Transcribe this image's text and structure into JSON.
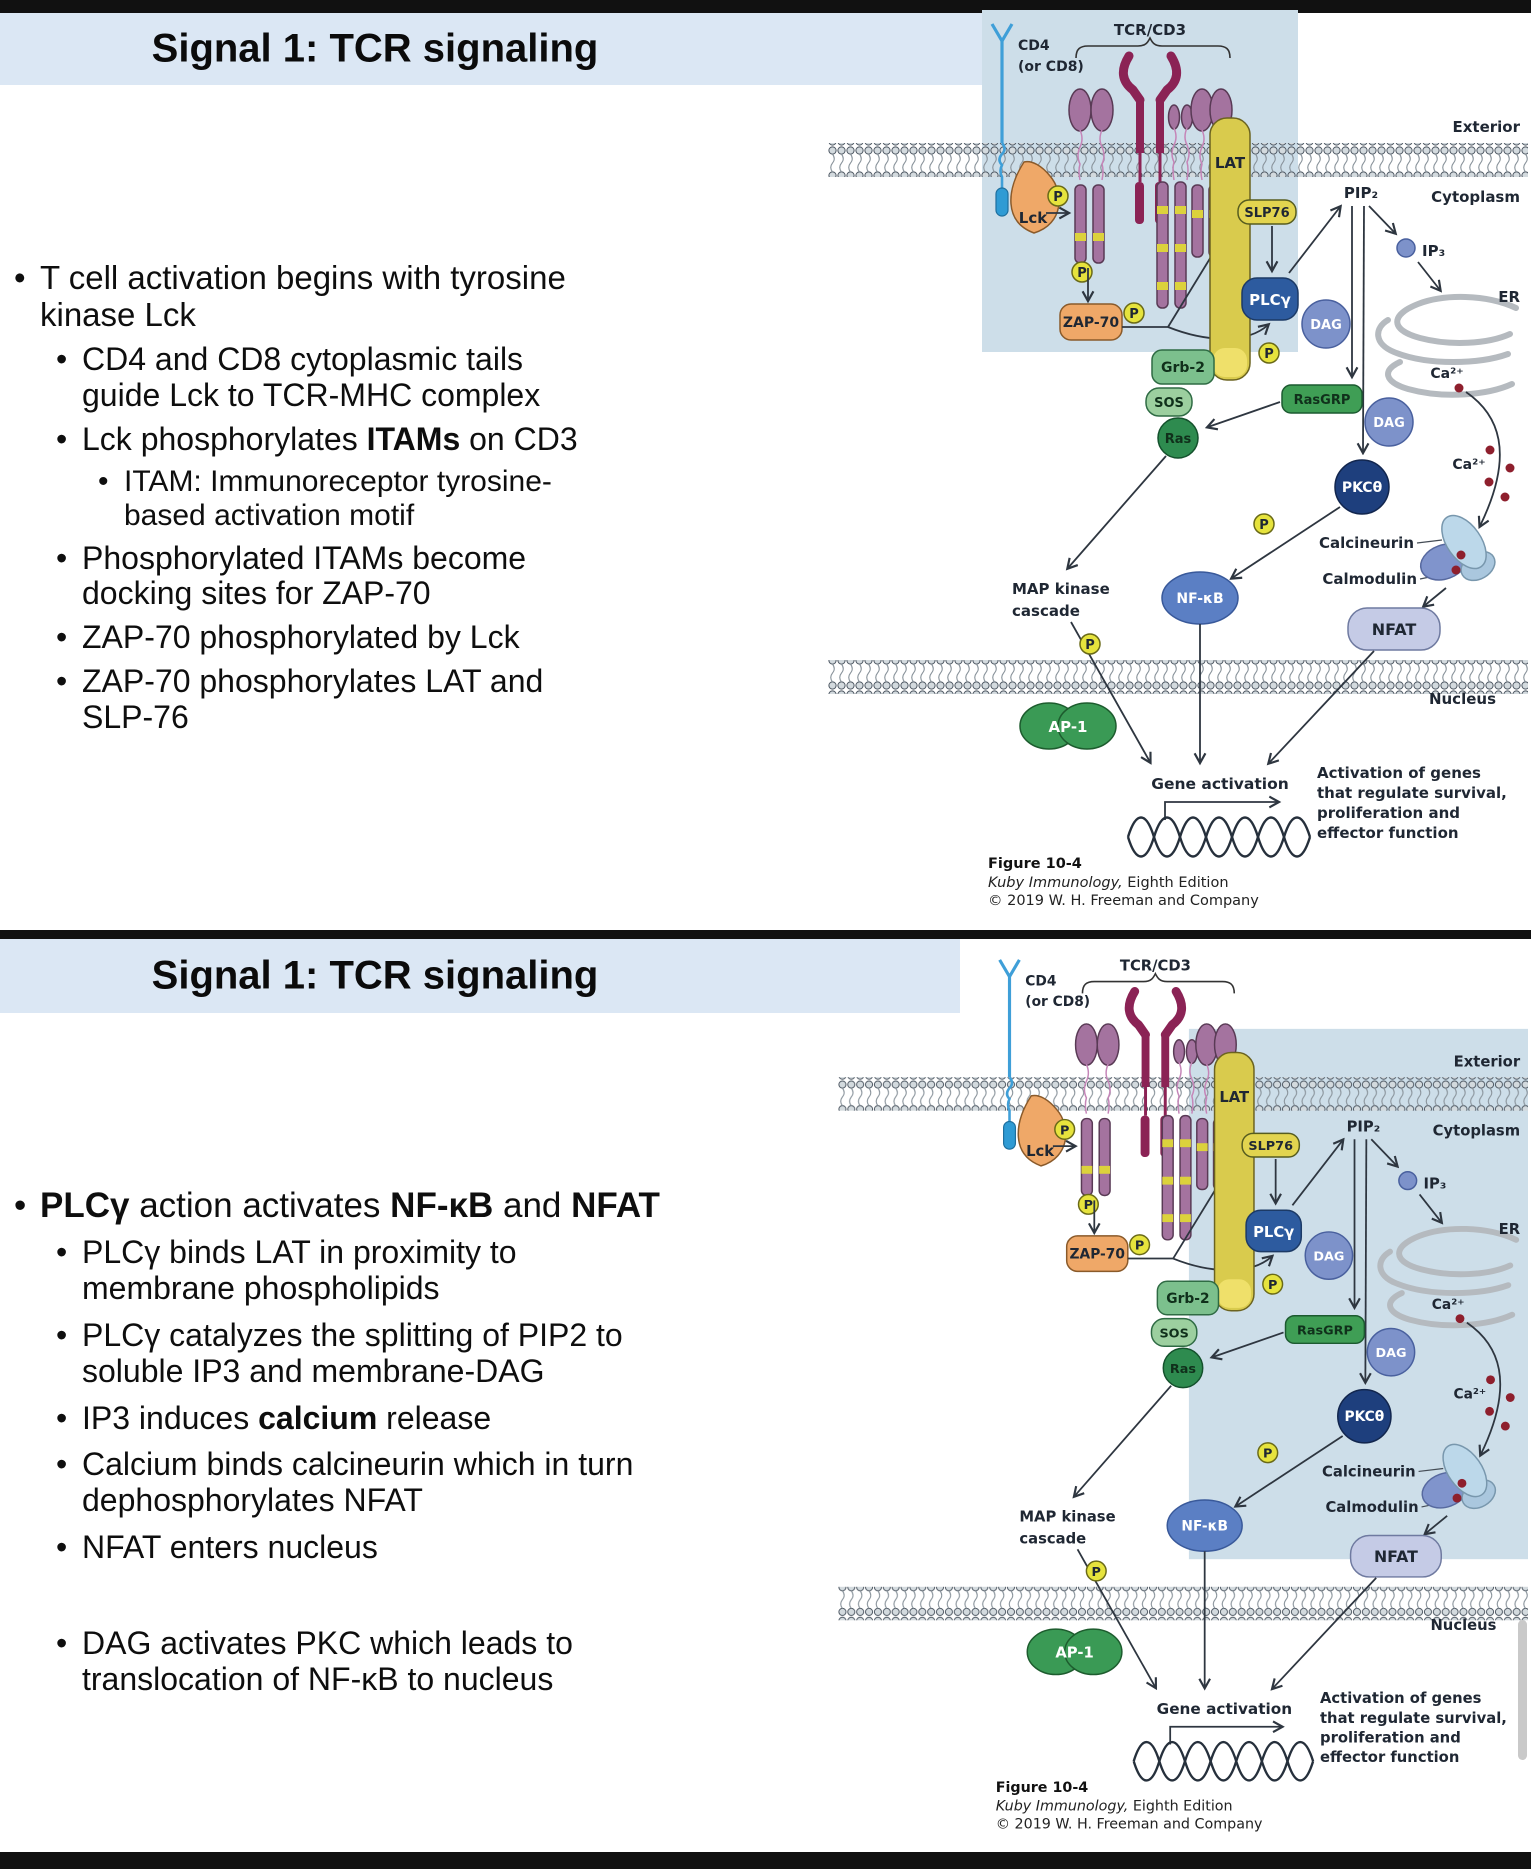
{
  "slides": [
    {
      "title": "Signal 1: TCR signaling",
      "bullets": [
        {
          "level": 1,
          "parts": [
            {
              "t": "T cell activation begins with tyrosine\nkinase Lck"
            }
          ]
        },
        {
          "level": 2,
          "parts": [
            {
              "t": "CD4 and CD8 cytoplasmic tails\nguide Lck to TCR-MHC complex"
            }
          ]
        },
        {
          "level": 2,
          "parts": [
            {
              "t": "Lck phosphorylates "
            },
            {
              "t": "ITAMs",
              "b": true
            },
            {
              "t": " on CD3"
            }
          ]
        },
        {
          "level": 3,
          "parts": [
            {
              "t": "ITAM: Immunoreceptor tyrosine-\nbased activation motif"
            }
          ]
        },
        {
          "level": 2,
          "parts": [
            {
              "t": "Phosphorylated ITAMs become\ndocking sites for ZAP-70"
            }
          ]
        },
        {
          "level": 2,
          "parts": [
            {
              "t": "ZAP-70 phosphorylated by Lck"
            }
          ]
        },
        {
          "level": 2,
          "parts": [
            {
              "t": "ZAP-70 phosphorylates LAT and\nSLP-76"
            }
          ]
        }
      ]
    },
    {
      "title": "Signal 1: TCR signaling",
      "bullets": [
        {
          "level": 1,
          "parts": [
            {
              "t": "PLCγ",
              "b": true
            },
            {
              "t": " action activates "
            },
            {
              "t": "NF-κB",
              "b": true
            },
            {
              "t": " and "
            },
            {
              "t": "NFAT",
              "b": true
            }
          ]
        },
        {
          "level": 2,
          "parts": [
            {
              "t": "PLCγ binds LAT in proximity to\nmembrane phospholipids"
            }
          ]
        },
        {
          "level": 2,
          "parts": [
            {
              "t": "PLCγ catalyzes the splitting of PIP2 to\nsoluble IP3 and membrane-DAG"
            }
          ]
        },
        {
          "level": 2,
          "parts": [
            {
              "t": "IP3 induces "
            },
            {
              "t": "calcium",
              "b": true
            },
            {
              "t": " release"
            }
          ]
        },
        {
          "level": 2,
          "parts": [
            {
              "t": "Calcium binds calcineurin which in turn\ndephosphorylates NFAT"
            }
          ]
        },
        {
          "level": 2,
          "parts": [
            {
              "t": "NFAT enters nucleus"
            }
          ]
        },
        {
          "level": 2,
          "gap": true,
          "parts": [
            {
              "t": "DAG activates PKC which leads to\ntranslocation of NF-κB to nucleus"
            }
          ]
        }
      ]
    }
  ],
  "figure": {
    "labels": {
      "cd4": "CD4",
      "cd4b": "(or CD8)",
      "tcr_cd3": "TCR/CD3",
      "exterior": "Exterior",
      "cytoplasm": "Cytoplasm",
      "nucleus": "Nucleus",
      "lck": "Lck",
      "zap70": "ZAP-70",
      "lat": "LAT",
      "slp76": "SLP76",
      "plcg": "PLCγ",
      "pip2": "PIP₂",
      "ip3": "IP₃",
      "er": "ER",
      "dag": "DAG",
      "grb2": "Grb-2",
      "sos": "SOS",
      "ras": "Ras",
      "rasgrp": "RasGRP",
      "pkc": "PKCθ",
      "ca": "Ca²⁺",
      "calcineurin": "Calcineurin",
      "calmodulin": "Calmodulin",
      "nfkb": "NF-κB",
      "nfat": "NFAT",
      "map1": "MAP kinase",
      "map2": "cascade",
      "ap1": "AP-1",
      "p": "P",
      "gene_activation": "Gene activation",
      "act1": "Activation of genes",
      "act2": "that regulate survival,",
      "act3": "proliferation and",
      "act4": "effector function"
    },
    "caption": {
      "fig": "Figure 10-4",
      "book_italic": "Kuby Immunology,",
      "book_rest": " Eighth Edition",
      "copyright": "© 2019 W. H. Freeman and Company"
    }
  }
}
